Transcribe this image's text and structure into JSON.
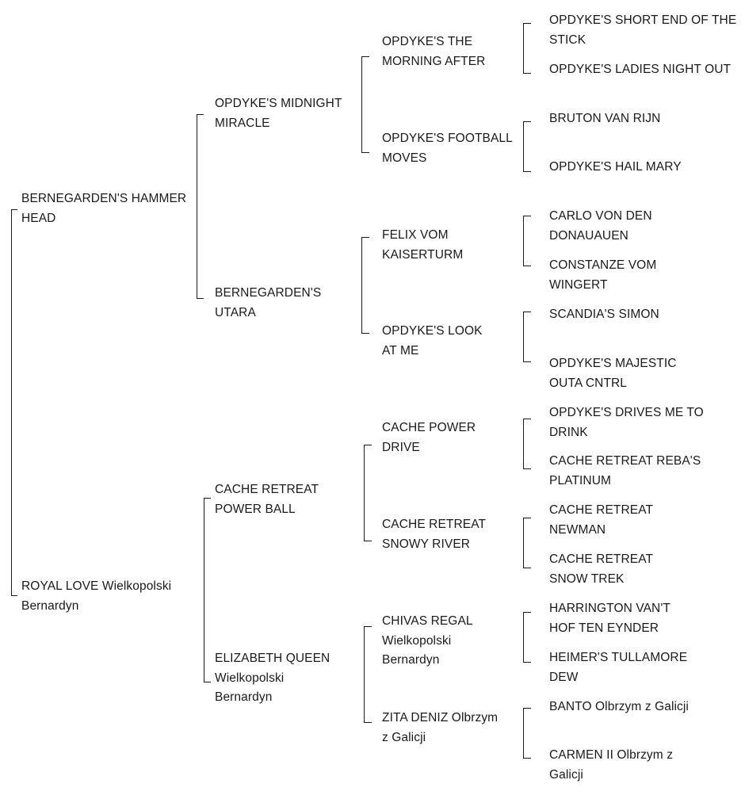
{
  "pedigree": {
    "sire": {
      "name": "BERNEGARDEN'S HAMMER HEAD",
      "sire": {
        "name": "OPDYKE'S MIDNIGHT MIRACLE",
        "sire": {
          "name": "OPDYKE'S THE MORNING AFTER",
          "sire": {
            "name": "OPDYKE'S SHORT END OF THE STICK"
          },
          "dam": {
            "name": "OPDYKE'S LADIES NIGHT OUT"
          }
        },
        "dam": {
          "name": "OPDYKE'S FOOTBALL MOVES",
          "sire": {
            "name": "BRUTON VAN RIJN"
          },
          "dam": {
            "name": "OPDYKE'S HAIL MARY"
          }
        }
      },
      "dam": {
        "name": "BERNEGARDEN'S UTARA",
        "sire": {
          "name": "FELIX VOM KAISERTURM",
          "sire": {
            "name": "CARLO VON DEN DONAUAUEN"
          },
          "dam": {
            "name": "CONSTANZE VOM WINGERT"
          }
        },
        "dam": {
          "name": "OPDYKE'S LOOK AT ME",
          "sire": {
            "name": "SCANDIA'S SIMON"
          },
          "dam": {
            "name": "OPDYKE'S MAJESTIC OUTA CNTRL"
          }
        }
      }
    },
    "dam": {
      "name": "ROYAL LOVE Wielkopolski Bernardyn",
      "sire": {
        "name": "CACHE RETREAT POWER BALL",
        "sire": {
          "name": "CACHE POWER DRIVE",
          "sire": {
            "name": "OPDYKE'S DRIVES ME TO DRINK"
          },
          "dam": {
            "name": "CACHE RETREAT REBA'S PLATINUM"
          }
        },
        "dam": {
          "name": "CACHE RETREAT SNOWY RIVER",
          "sire": {
            "name": "CACHE RETREAT NEWMAN"
          },
          "dam": {
            "name": "CACHE RETREAT SNOW TREK"
          }
        }
      },
      "dam": {
        "name": "ELIZABETH QUEEN Wielkopolski Bernardyn",
        "sire": {
          "name": "CHIVAS REGAL Wielkopolski Bernardyn",
          "sire": {
            "name": "HARRINGTON VAN'T HOF TEN EYNDER"
          },
          "dam": {
            "name": "HEIMER'S TULLAMORE DEW"
          }
        },
        "dam": {
          "name": "ZITA DENIZ Olbrzym z Galicji",
          "sire": {
            "name": "BANTO Olbrzym z Galicji"
          },
          "dam": {
            "name": "CARMEN II Olbrzym z Galicji"
          }
        }
      }
    }
  }
}
